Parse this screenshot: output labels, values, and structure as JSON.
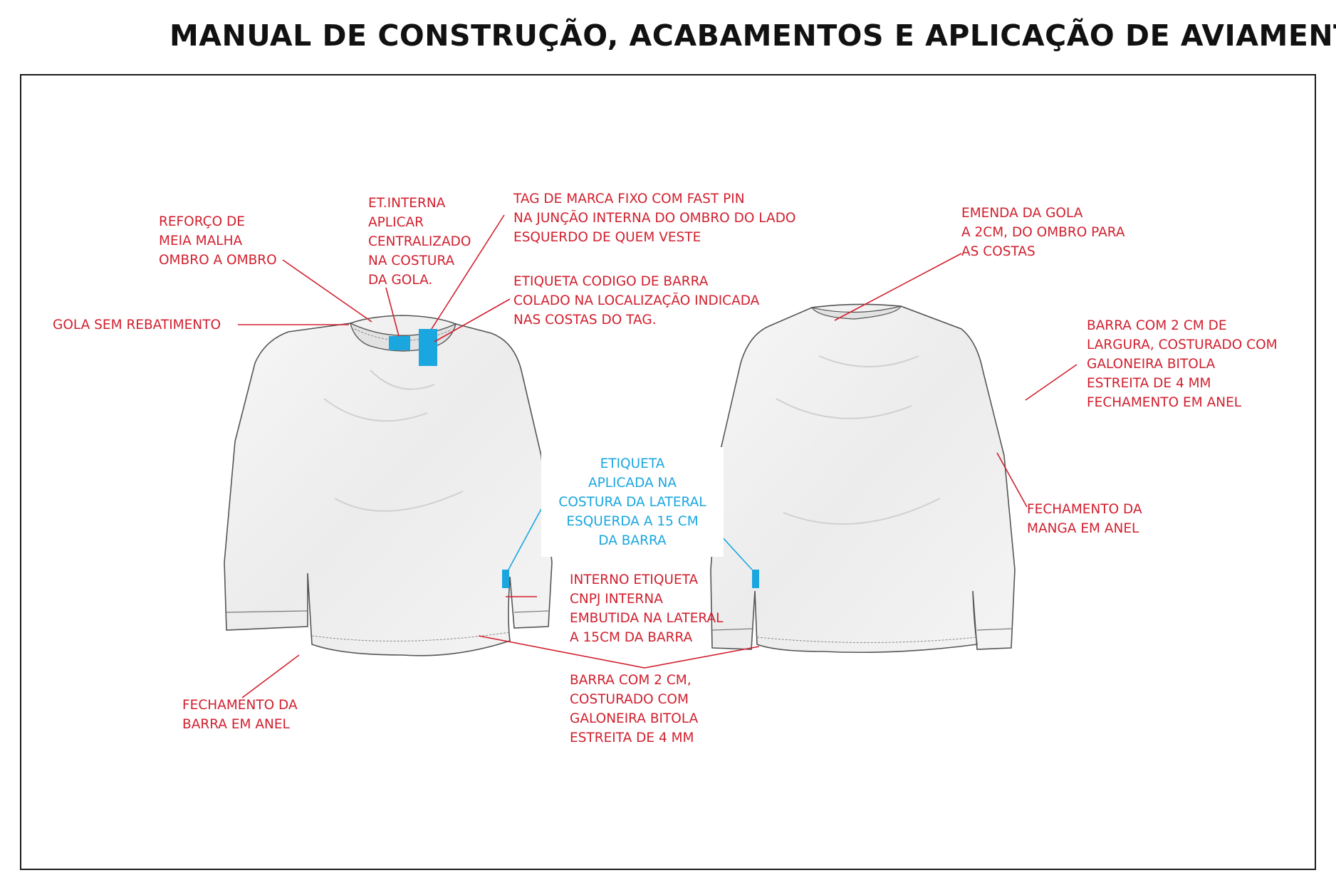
{
  "title": "MANUAL DE CONSTRUÇÃO, ACABAMENTOS E APLICAÇÃO DE AVIAMENTOS",
  "colors": {
    "annotation": "#d1202f",
    "label_tag": "#1aa6df",
    "garment_fill": "#f2f2f2",
    "garment_outline": "#555555"
  },
  "annotations": {
    "reforco": [
      "REFORÇO DE",
      "MEIA MALHA",
      "OMBRO A OMBRO"
    ],
    "et_interna": [
      "ET.INTERNA",
      "APLICAR",
      "CENTRALIZADO",
      "NA COSTURA",
      "DA GOLA."
    ],
    "tag_marca": [
      "TAG DE MARCA FIXO COM FAST PIN",
      "NA JUNÇÃO INTERNA DO OMBRO DO LADO",
      "ESQUERDO DE QUEM VESTE"
    ],
    "etiqueta_codigo": [
      "ETIQUETA CODIGO DE BARRA",
      "COLADO NA  LOCALIZAÇÃO INDICADA",
      "NAS COSTAS DO TAG."
    ],
    "gola": [
      "GOLA SEM REBATIMENTO"
    ],
    "emenda_gola": [
      "EMENDA DA GOLA",
      "A 2CM, DO OMBRO PARA",
      "AS COSTAS"
    ],
    "barra_manga": [
      "BARRA COM 2 CM DE",
      "LARGURA, COSTURADO COM",
      "GALONEIRA BITOLA",
      "ESTREITA DE 4 MM",
      "FECHAMENTO EM ANEL"
    ],
    "etiqueta_lateral": [
      "ETIQUETA",
      "APLICADA NA",
      "COSTURA DA LATERAL",
      "ESQUERDA A 15 CM",
      "DA BARRA"
    ],
    "fechamento_manga": [
      "FECHAMENTO DA",
      "MANGA EM ANEL"
    ],
    "interno_cnpj": [
      "INTERNO ETIQUETA",
      "CNPJ INTERNA",
      "EMBUTIDA NA LATERAL",
      "A 15CM DA BARRA"
    ],
    "fechamento_barra": [
      "FECHAMENTO DA",
      "BARRA EM ANEL"
    ],
    "barra_corpo": [
      "BARRA COM 2 CM,",
      " COSTURADO COM",
      "GALONEIRA BITOLA",
      "ESTREITA DE 4 MM"
    ]
  }
}
